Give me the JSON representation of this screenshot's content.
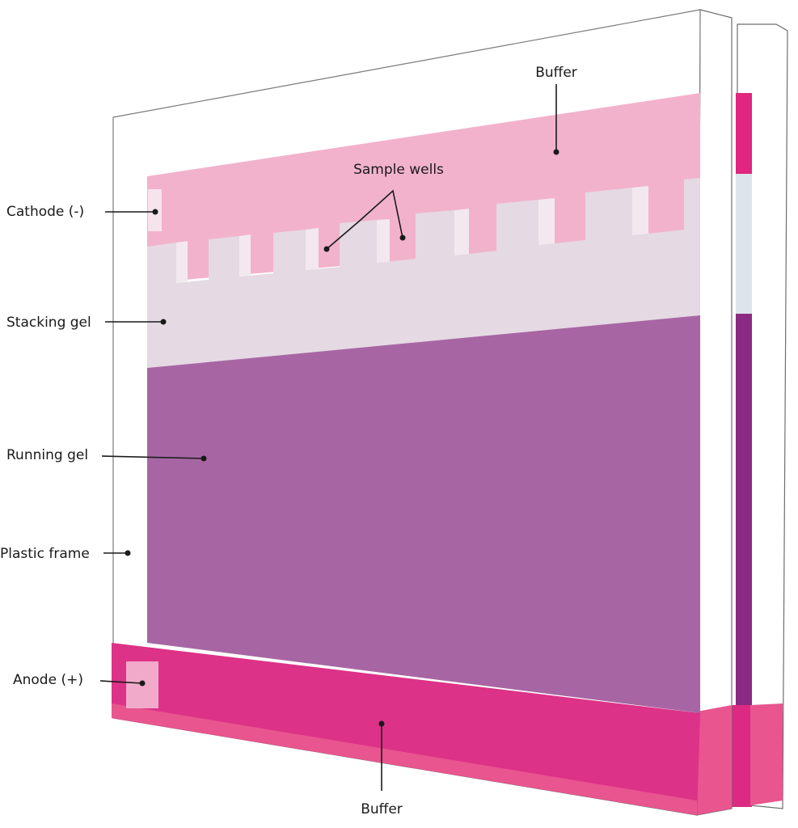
{
  "diagram": {
    "labels": {
      "buffer_top": "Buffer",
      "sample_wells": "Sample wells",
      "cathode": "Cathode (-)",
      "stacking_gel": "Stacking gel",
      "running_gel": "Running gel",
      "plastic_frame": "Plastic frame",
      "anode": "Anode (+)",
      "buffer_bottom": "Buffer"
    },
    "colors": {
      "buffer_top": "#f2b2cc",
      "stacking_gel": "#e5d9e3",
      "running_gel": "#a766a3",
      "buffer_bottom": "#dc3287",
      "frame": "#ffffff",
      "electrode": "#f7e3ec",
      "edge_magenta": "#e0267f",
      "edge_purple": "#8a2a82",
      "edge_stacking": "#dde4ec"
    }
  }
}
